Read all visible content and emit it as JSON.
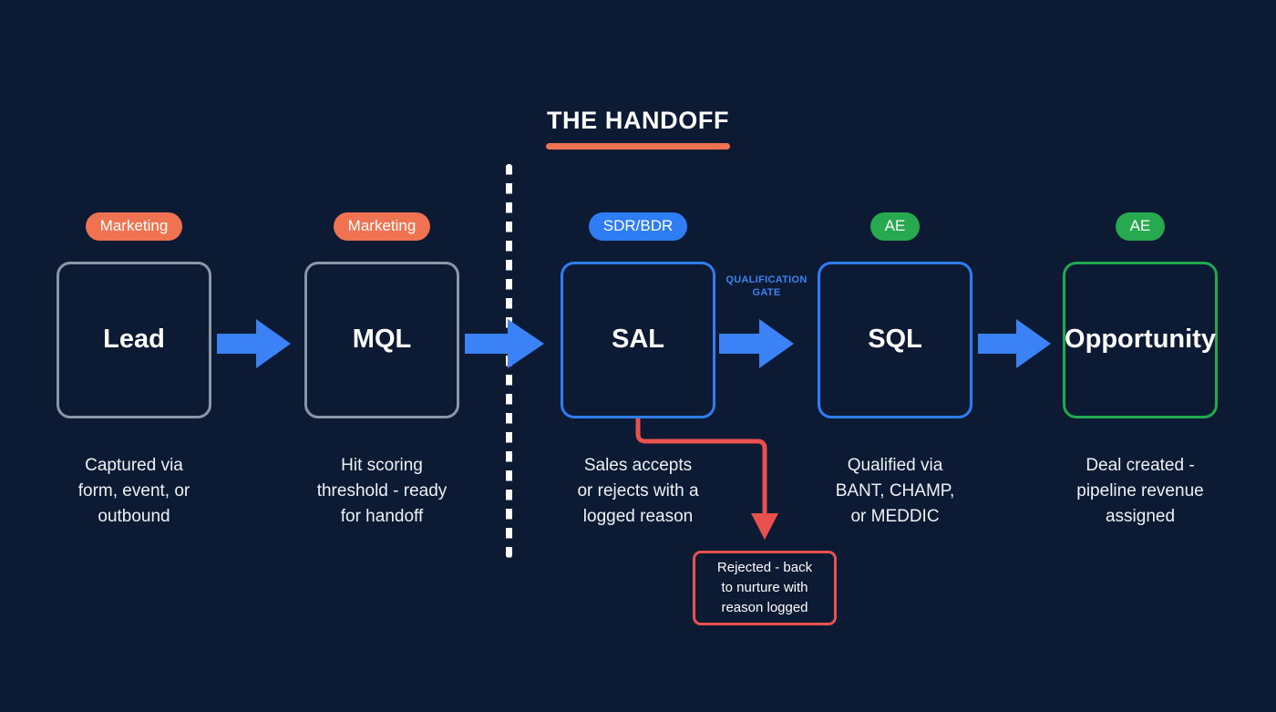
{
  "header": {
    "title": "THE HANDOFF",
    "rule_color": "#ef7350"
  },
  "divider": {
    "name": "handoff-divider",
    "style": "dashed-vertical",
    "color": "#ffffff"
  },
  "colors": {
    "background": "#0d1a33",
    "marketing": "#ef7350",
    "sales_blue": "#2f7df4",
    "arrow_blue": "#3b82f6",
    "success_green": "#22a84e",
    "reject_red": "#e8514e",
    "neutral_border": "#8b96a8",
    "text": "#ffffff"
  },
  "stages": [
    {
      "id": "lead",
      "badge": "Marketing",
      "badge_type": "marketing",
      "label": "Lead",
      "box_style": "neutral",
      "caption": "Captured via\nform, event, or\noutbound"
    },
    {
      "id": "mql",
      "badge": "Marketing",
      "badge_type": "marketing",
      "label": "MQL",
      "box_style": "neutral",
      "caption": "Hit scoring\nthreshold - ready\nfor handoff"
    },
    {
      "id": "sal",
      "badge": "SDR/BDR",
      "badge_type": "sdr",
      "label": "SAL",
      "box_style": "blue",
      "caption": "Sales accepts\nor rejects with a\nlogged reason"
    },
    {
      "id": "sql",
      "badge": "AE",
      "badge_type": "ae",
      "label": "SQL",
      "box_style": "blue",
      "caption": "Qualified via\nBANT, CHAMP,\nor MEDDIC"
    },
    {
      "id": "opportunity",
      "badge": "AE",
      "badge_type": "ae",
      "label": "Opportunity",
      "box_style": "green",
      "caption": "Deal created -\npipeline revenue\nassigned"
    }
  ],
  "gate": {
    "label": "QUALIFICATION\nGATE",
    "color": "#3b84f0"
  },
  "reject": {
    "text": "Rejected - back\nto nurture with\nreason logged",
    "border_color": "#e8514e"
  },
  "arrows": [
    {
      "id": "lead-to-mql",
      "from": "lead",
      "to": "mql",
      "color": "#3b82f6"
    },
    {
      "id": "mql-to-sal",
      "from": "mql",
      "to": "sal",
      "color": "#3b82f6"
    },
    {
      "id": "sal-to-sql",
      "from": "sal",
      "to": "sql",
      "color": "#3b82f6"
    },
    {
      "id": "sql-to-opportunity",
      "from": "sql",
      "to": "opportunity",
      "color": "#3b82f6"
    },
    {
      "id": "sal-to-reject",
      "from": "sal",
      "to": "reject",
      "color": "#e8514e",
      "shape": "elbow"
    }
  ]
}
